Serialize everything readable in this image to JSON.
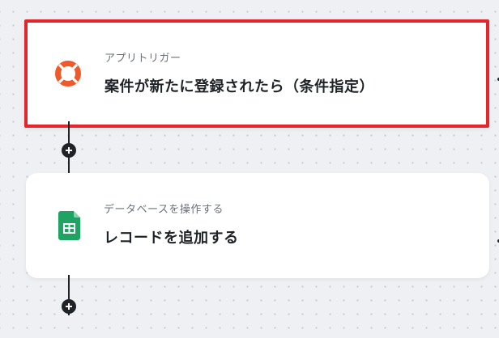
{
  "flow": {
    "steps": [
      {
        "subtitle": "アプリトリガー",
        "title": "案件が新たに登録されたら（条件指定）",
        "icon": "lifebuoy-icon",
        "selected": true
      },
      {
        "subtitle": "データベースを操作する",
        "title": "レコードを追加する",
        "icon": "google-sheets-icon",
        "selected": false
      }
    ]
  },
  "colors": {
    "selection_border": "#e3262b",
    "trigger_icon": "#ef5a2d",
    "sheets_icon": "#1ea362",
    "connector": "#1f2328",
    "background": "#eef0f3"
  }
}
